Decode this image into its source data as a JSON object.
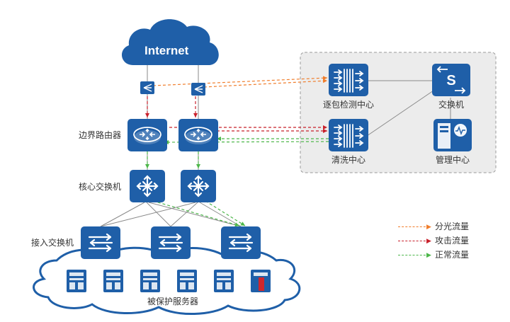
{
  "internet_label": "Internet",
  "labels": {
    "border_router": "边界路由器",
    "core_switch": "核心交换机",
    "access_switch": "接入交换机",
    "protected_servers": "被保护服务器",
    "inspection_center": "逐包检测中心",
    "scrubbing_center": "清洗中心",
    "switch": "交换机",
    "management_center": "管理中心"
  },
  "legend": [
    {
      "label": "分光流量",
      "color": "#f07d2b"
    },
    {
      "label": "攻击流量",
      "color": "#c8202b"
    },
    {
      "label": "正常流量",
      "color": "#4cb649"
    }
  ],
  "colors": {
    "device_blue": "#1f5fa8",
    "device_dark": "#18508f",
    "panel_bg": "#ececec",
    "panel_border": "#9a9a9a",
    "line_gray": "#8a8a8a",
    "attacked_server": "#d0272d"
  },
  "icons": [
    "cloud-icon",
    "optical-splitter-icon",
    "router-icon",
    "switch-icon",
    "server-icon",
    "detector-icon",
    "management-server-icon"
  ]
}
